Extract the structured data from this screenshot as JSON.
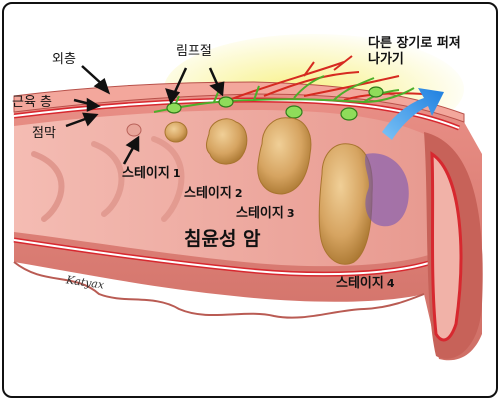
{
  "labels": {
    "outer_layer": "외층",
    "muscle_layer": "근육 층",
    "mucosa": "점막",
    "lymph_node": "림프절",
    "spread": "다른 장기로 퍼져\n나가기",
    "invasive_cancer": "침윤성 암"
  },
  "stages": [
    {
      "text": "스테이지",
      "num": "1"
    },
    {
      "text": "스테이지",
      "num": "2"
    },
    {
      "text": "스테이지",
      "num": "3"
    },
    {
      "text": "스테이지",
      "num": "4"
    }
  ],
  "signature": "Katyax",
  "colors": {
    "tissue": "#e8948a",
    "tissue_dark": "#c9685e",
    "inner_wall": "#f2b3aa",
    "lining_red": "#d7282f",
    "lining_white": "#ffffff",
    "lymph_green": "#4caf2a",
    "vessel_red": "#d62a20",
    "tumor": "#d7a96a",
    "tumor_dark": "#a87436",
    "metastasis_purple": "#6b4fb8",
    "arrow_blue": "#2f8fe0",
    "glow_yellow": "#f7f07a"
  }
}
